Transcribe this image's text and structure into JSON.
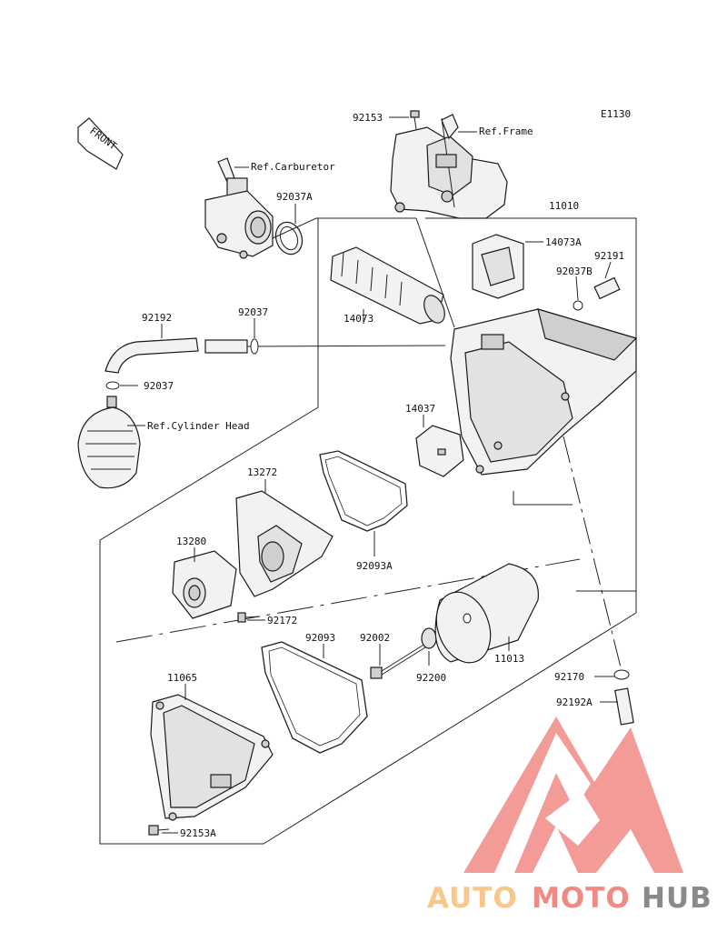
{
  "diagram_code": "E1130",
  "front_arrow_label": "FRONT",
  "callouts": {
    "p92153": "92153",
    "ref_frame": "Ref.Frame",
    "ref_carburetor": "Ref.Carburetor",
    "p92037A": "92037A",
    "p11010": "11010",
    "p14073A": "14073A",
    "p92037B": "92037B",
    "p92191": "92191",
    "p92192": "92192",
    "p92037_top": "92037",
    "p14073": "14073",
    "p92037_left": "92037",
    "ref_cylinder_head": "Ref.Cylinder Head",
    "p14037": "14037",
    "p13272": "13272",
    "p13280": "13280",
    "p92093A": "92093A",
    "p92172": "92172",
    "p92093": "92093",
    "p92002": "92002",
    "p11013": "11013",
    "p92200": "92200",
    "p11065": "11065",
    "p92170": "92170",
    "p92192A": "92192A",
    "p92153A": "92153A"
  },
  "watermark": {
    "auto": "AUTO",
    "moto": "MOTO",
    "hub": "HUB",
    "color_auto": "#f7c88a",
    "color_moto": "#f08a82",
    "color_hub": "#8a8a8a",
    "logo_color": "#f28b85"
  }
}
